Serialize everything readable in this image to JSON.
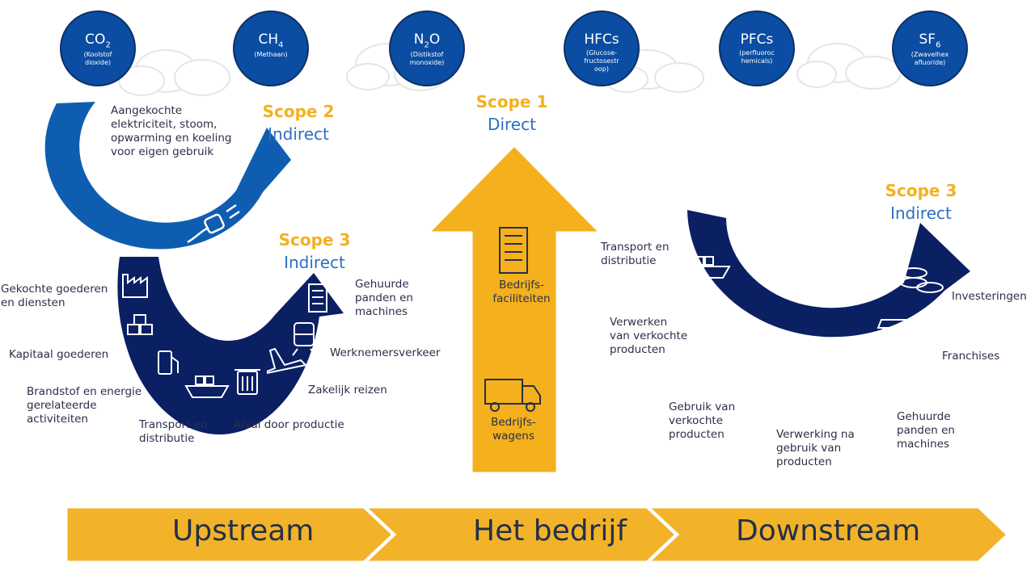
{
  "gases": [
    {
      "formula": "CO",
      "sub": "2",
      "name": "(Koolstof dioxide)"
    },
    {
      "formula": "CH",
      "sub": "4",
      "name": "(Methaan)"
    },
    {
      "formula": "N",
      "sub": "2",
      "formula_after": "O",
      "name": "(Distikstof monoxide)"
    },
    {
      "formula": "HFCs",
      "sub": "",
      "name": "(Glucose-fructosestr oop)"
    },
    {
      "formula": "PFCs",
      "sub": "",
      "name": "(perfluoroc hemicals)"
    },
    {
      "formula": "SF",
      "sub": "6",
      "name": "(Zwavelhex afluoride)"
    }
  ],
  "scope2": {
    "scope": "Scope 2",
    "type": "Indirect",
    "label": [
      "Aangekochte",
      "elektriciteit, stoom,",
      "opwarming en koeling",
      "voor eigen gebruik"
    ]
  },
  "scope1": {
    "scope": "Scope 1",
    "type": "Direct",
    "facilities": [
      "Bedrijfs-",
      "faciliteiten"
    ],
    "vehicles": [
      "Bedrijfs-",
      "wagens"
    ]
  },
  "scope3_up": {
    "scope": "Scope 3",
    "type": "Indirect",
    "goods": [
      "Gekochte goederen",
      "en diensten"
    ],
    "capital": "Kapitaal goederen",
    "fuel": [
      "Brandstof en energie",
      "gerelateerde",
      "activiteiten"
    ],
    "transport": [
      "Transport en",
      "distributie"
    ],
    "waste": "Afval door productie",
    "travel": "Zakelijk reizen",
    "commute": "Werknemersverkeer",
    "leased": [
      "Gehuurde",
      "panden en",
      "machines"
    ]
  },
  "scope3_down": {
    "scope": "Scope 3",
    "type": "Indirect",
    "transport": [
      "Transport en",
      "distributie"
    ],
    "processing": [
      "Verwerken",
      "van verkochte",
      "producten"
    ],
    "use": [
      "Gebruik van",
      "verkochte",
      "producten"
    ],
    "eol": [
      "Verwerking na",
      "gebruik van",
      "producten"
    ],
    "leased": [
      "Gehuurde",
      "panden en",
      "machines"
    ],
    "franchises": "Franchises",
    "investments": "Investeringen"
  },
  "band": {
    "upstream": "Upstream",
    "company": "Het bedrijf",
    "downstream": "Downstream"
  },
  "colors": {
    "scope2_blue": "#0f5db0",
    "navy": "#0b1f63",
    "gold": "#f4b01d",
    "band": "#f2b32a",
    "gas_blue": "#0a4da2"
  }
}
